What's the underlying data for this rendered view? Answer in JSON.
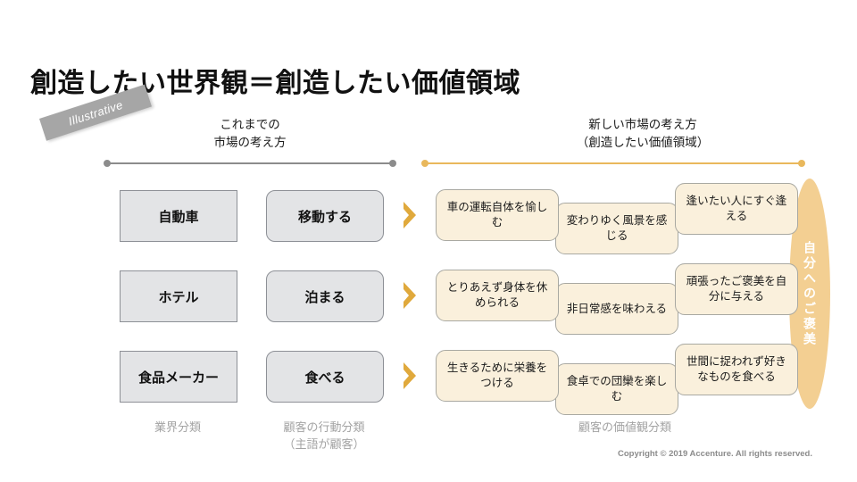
{
  "slide": {
    "title": "創造したい世界観＝創造したい価値領域",
    "badge": "Illustrative",
    "copyright": "Copyright © 2019 Accenture. All rights reserved."
  },
  "headers": {
    "left_line1": "これまでの",
    "left_line2": "市場の考え方",
    "right_line1": "新しい市場の考え方",
    "right_line2": "（創造したい価値領域）"
  },
  "rows": [
    {
      "industry": "自動車",
      "action": "移動する",
      "arrow": "chevron-right-icon",
      "values": [
        "車の運転自体を愉しむ",
        "変わりゆく風景を感じる",
        "逢いたい人にすぐ逢える"
      ]
    },
    {
      "industry": "ホテル",
      "action": "泊まる",
      "arrow": "chevron-right-icon",
      "values": [
        "とりあえず身体を休められる",
        "非日常感を味わえる",
        "頑張ったご褒美を自分に与える"
      ]
    },
    {
      "industry": "食品メーカー",
      "action": "食べる",
      "arrow": "chevron-right-icon",
      "values": [
        "生きるために栄養をつける",
        "食卓での団欒を楽しむ",
        "世間に捉われず好きなものを食べる"
      ]
    }
  ],
  "reward": {
    "label": "自分へのご褒美"
  },
  "footers": {
    "industry": "業界分類",
    "action_line1": "顧客の行動分類",
    "action_line2": "（主語が顧客）",
    "values": "顧客の価値観分類"
  },
  "colors": {
    "accent_amber": "#e0a93c",
    "rule_amber": "#e9b85c",
    "card_cream": "#faf0dc",
    "box_gray": "#e3e4e6",
    "ellipse_amber": "#f3cf92",
    "muted_text": "#a3a3a3"
  }
}
